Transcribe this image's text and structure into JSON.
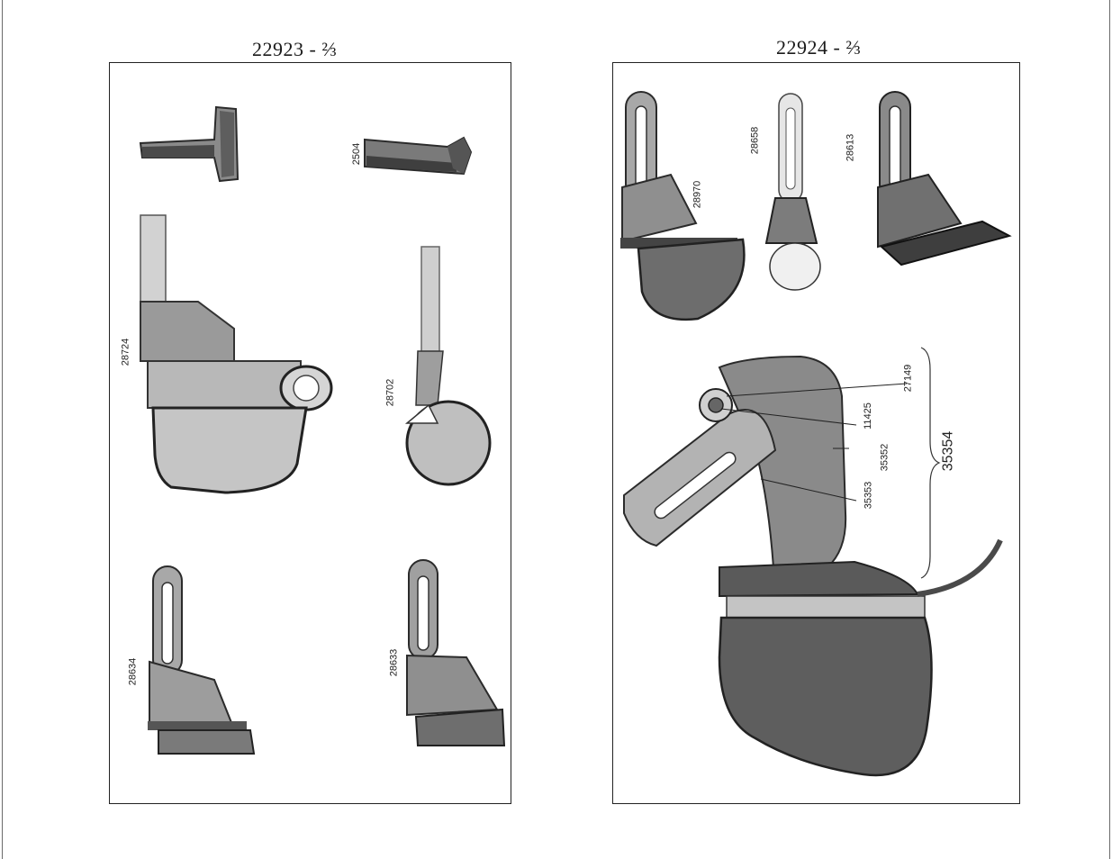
{
  "left_plate": {
    "title": "22923 - ⅔",
    "parts": {
      "a": "2504",
      "b": "28724",
      "c": "28702",
      "d": "28634",
      "e": "28633"
    }
  },
  "right_plate": {
    "title": "22924 - ⅔",
    "parts": {
      "a": "28970",
      "b": "28658",
      "c": "28613",
      "d": "27149",
      "e": "11425",
      "f": "35352",
      "g": "35353",
      "group": "35354"
    }
  },
  "colors": {
    "metal_dark": "#3a3a3a",
    "metal_mid": "#7d7d7d",
    "metal_light": "#bdbdbd",
    "frame": "#222222"
  }
}
